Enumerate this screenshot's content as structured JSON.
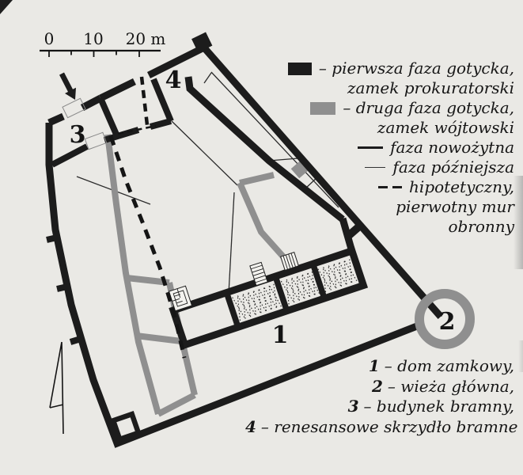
{
  "colors": {
    "first_phase": "#1c1c1c",
    "second_phase": "#8f8f8f",
    "paper": "#eae9e5",
    "ink": "#161616"
  },
  "scale_bar": {
    "tick_0": "0",
    "tick_10": "10",
    "tick_20": "20 m"
  },
  "plan": {
    "labels": {
      "dom_zamkowy": "1",
      "wieza_glowna": "2",
      "budynek_bramny": "3",
      "skrzydlo_bramne": "4"
    }
  },
  "legend": {
    "rows": [
      {
        "symbol": "first-phase-swatch",
        "text": "– pierwsza faza gotycka,"
      },
      {
        "symbol": "",
        "text": "zamek prokuratorski"
      },
      {
        "symbol": "second-phase-swatch",
        "text": "– druga faza gotycka,"
      },
      {
        "symbol": "",
        "text": "zamek wójtowski"
      },
      {
        "symbol": "thick-line",
        "text": "faza nowożytna"
      },
      {
        "symbol": "thin-line",
        "text": "faza późniejsza"
      },
      {
        "symbol": "double-dash",
        "text": "hipotetyczny,"
      },
      {
        "symbol": "",
        "text": "pierwotny mur"
      },
      {
        "symbol": "",
        "text": "obronny"
      }
    ]
  },
  "key": {
    "rows": [
      {
        "num": "1",
        "label": "– dom zamkowy,"
      },
      {
        "num": "2",
        "label": "– wieża główna,"
      },
      {
        "num": "3",
        "label": "– budynek bramny,"
      },
      {
        "num": "4",
        "label": "– renesansowe skrzydło bramne"
      }
    ]
  }
}
